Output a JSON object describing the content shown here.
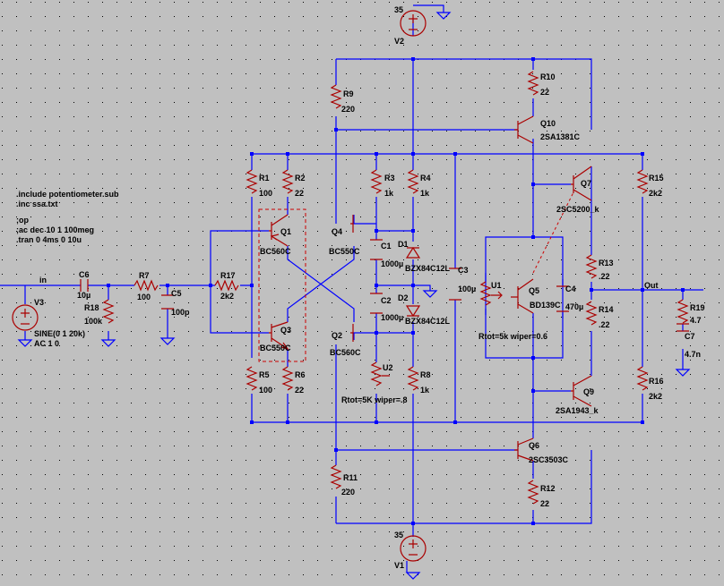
{
  "directives": [
    ".include potentiometer.sub",
    ".inc ssa.txt",
    ";op",
    ";ac dec 10 1 100meg",
    ".tran 0 4ms 0 10u"
  ],
  "nets": {
    "in": "in",
    "out": "Out"
  },
  "sources": {
    "V1": {
      "name": "V1",
      "value": "35"
    },
    "V2": {
      "name": "V2",
      "value": "35"
    },
    "V3": {
      "name": "V3",
      "value": "SINE(0 1 20k)",
      "ac": "AC 1 0"
    }
  },
  "resistors": [
    {
      "name": "R1",
      "value": "100"
    },
    {
      "name": "R2",
      "value": "22"
    },
    {
      "name": "R3",
      "value": "1k"
    },
    {
      "name": "R4",
      "value": "1k"
    },
    {
      "name": "R5",
      "value": "100"
    },
    {
      "name": "R6",
      "value": "22"
    },
    {
      "name": "R7",
      "value": "100"
    },
    {
      "name": "R8",
      "value": "1k"
    },
    {
      "name": "R9",
      "value": "220"
    },
    {
      "name": "R10",
      "value": "22"
    },
    {
      "name": "R11",
      "value": "220"
    },
    {
      "name": "R12",
      "value": "22"
    },
    {
      "name": "R13",
      "value": ".22"
    },
    {
      "name": "R14",
      "value": ".22"
    },
    {
      "name": "R15",
      "value": "2k2"
    },
    {
      "name": "R16",
      "value": "2k2"
    },
    {
      "name": "R17",
      "value": "2k2"
    },
    {
      "name": "R18",
      "value": "100k"
    },
    {
      "name": "R19",
      "value": "4.7"
    }
  ],
  "capacitors": [
    {
      "name": "C1",
      "value": "1000µ"
    },
    {
      "name": "C2",
      "value": "1000µ"
    },
    {
      "name": "C3",
      "value": "100µ"
    },
    {
      "name": "C4",
      "value": "470µ"
    },
    {
      "name": "C5",
      "value": "100p"
    },
    {
      "name": "C6",
      "value": "10µ"
    },
    {
      "name": "C7",
      "value": "4.7n"
    }
  ],
  "diodes": [
    {
      "name": "D1",
      "value": "BZX84C12L"
    },
    {
      "name": "D2",
      "value": "BZX84C12L"
    }
  ],
  "transistors": [
    {
      "name": "Q1",
      "value": "BC560C"
    },
    {
      "name": "Q2",
      "value": "BC560C"
    },
    {
      "name": "Q3",
      "value": "BC550C"
    },
    {
      "name": "Q4",
      "value": "BC550C"
    },
    {
      "name": "Q5",
      "value": "BD139C"
    },
    {
      "name": "Q6",
      "value": "2SC3503C"
    },
    {
      "name": "Q7",
      "value": "2SC5200_k"
    },
    {
      "name": "Q9",
      "value": "2SA1943_k"
    },
    {
      "name": "Q10",
      "value": "2SA1381C"
    }
  ],
  "pots": [
    {
      "name": "U1",
      "value": "Rtot=5k wiper=0.6"
    },
    {
      "name": "U2",
      "value": "Rtot=5K wiper=.8"
    }
  ]
}
